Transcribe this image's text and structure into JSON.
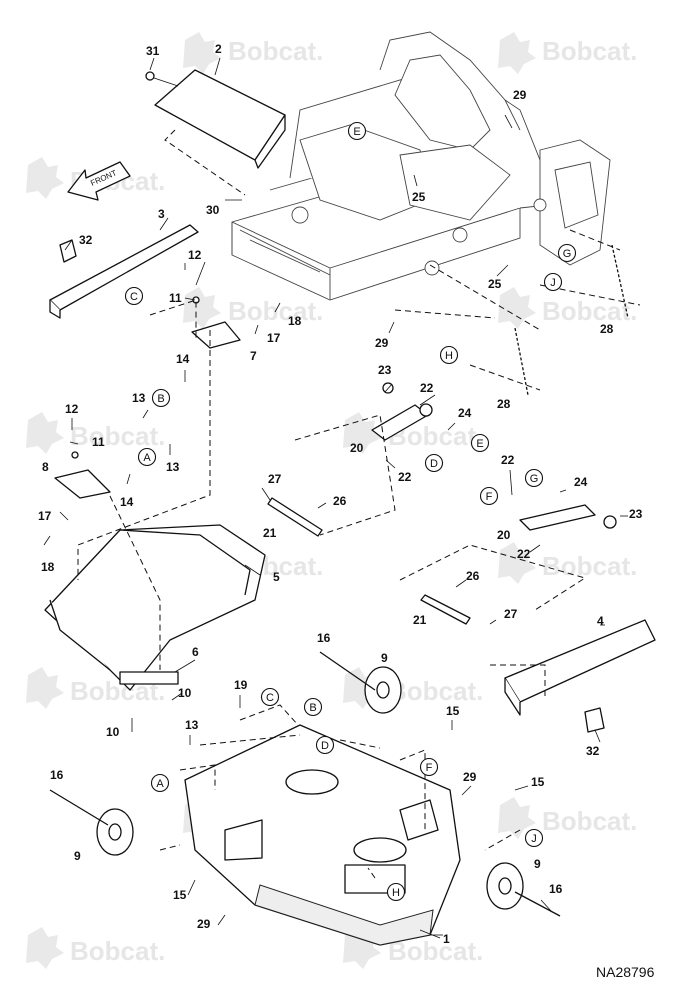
{
  "watermark": {
    "brand": "Bobcat."
  },
  "front_arrow": {
    "label": "FRONT"
  },
  "reference_number": "NA28796",
  "callouts": {
    "n1": "1",
    "n2": "2",
    "n3": "3",
    "n4": "4",
    "n5": "5",
    "n6": "6",
    "n7": "7",
    "n8": "8",
    "n9": "9",
    "n10": "10",
    "n11": "11",
    "n12": "12",
    "n13": "13",
    "n14": "14",
    "n15": "15",
    "n16": "16",
    "n17": "17",
    "n18": "18",
    "n19": "19",
    "n20": "20",
    "n21": "21",
    "n22": "22",
    "n23": "23",
    "n24": "24",
    "n25": "25",
    "n26": "26",
    "n27": "27",
    "n28": "28",
    "n29": "29",
    "n30": "30",
    "n31": "31",
    "n32": "32"
  },
  "letters": {
    "A": "A",
    "B": "B",
    "C": "C",
    "D": "D",
    "E": "E",
    "F": "F",
    "G": "G",
    "H": "H",
    "J": "J"
  },
  "colors": {
    "line": "#111111",
    "watermark": "#e6e6e6",
    "background": "#ffffff"
  }
}
